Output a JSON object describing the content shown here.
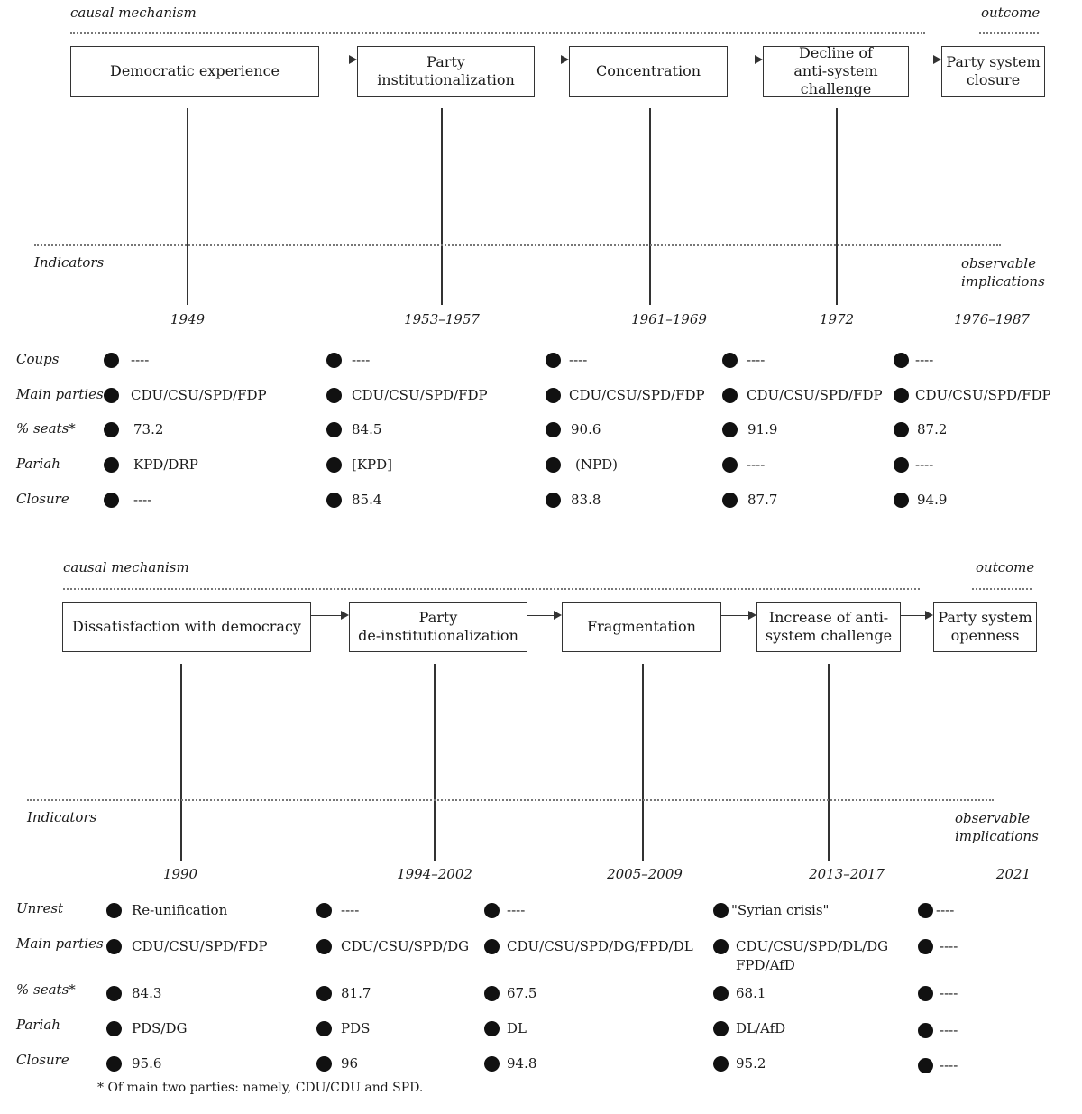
{
  "panels": [
    {
      "causal_label": "causal mechanism",
      "outcome_label": "outcome",
      "indicators_label": "Indicators",
      "observable_label": "observable\nimplications",
      "stages": [
        "Democratic experience",
        "Party\ninstitutionalization",
        "Concentration",
        "Decline of\nanti-system challenge",
        "Party system\nclosure"
      ],
      "periods": [
        "1949",
        "1953–1957",
        "1961–1969",
        "1972",
        "1976–1987"
      ],
      "rows": [
        {
          "label": "Coups",
          "values": [
            "----",
            "----",
            "----",
            "----",
            "----"
          ]
        },
        {
          "label": "Main parties",
          "values": [
            "CDU/CSU/SPD/FDP",
            "CDU/CSU/SPD/FDP",
            "CDU/CSU/SPD/FDP",
            "CDU/CSU/SPD/FDP",
            "CDU/CSU/SPD/FDP"
          ]
        },
        {
          "label": "% seats*",
          "values": [
            "73.2",
            "84.5",
            "90.6",
            "91.9",
            "87.2"
          ]
        },
        {
          "label": "Pariah",
          "values": [
            "KPD/DRP",
            "[KPD]",
            "(NPD)",
            "----",
            "----"
          ]
        },
        {
          "label": "Closure",
          "values": [
            "----",
            "85.4",
            "83.8",
            "87.7",
            "94.9"
          ]
        }
      ]
    },
    {
      "causal_label": "causal mechanism",
      "outcome_label": "outcome",
      "indicators_label": "Indicators",
      "observable_label": "observable\nimplications",
      "stages": [
        "Dissatisfaction with democracy",
        "Party\nde-institutionalization",
        "Fragmentation",
        "Increase of anti-\nsystem challenge",
        "Party system\nopenness"
      ],
      "periods": [
        "1990",
        "1994–2002",
        "2005–2009",
        "2013–2017",
        "2021"
      ],
      "rows": [
        {
          "label": "Unrest",
          "values": [
            "Re-unification",
            "----",
            "----",
            "\"Syrian crisis\"",
            "----"
          ]
        },
        {
          "label": "Main parties",
          "values": [
            "CDU/CSU/SPD/FDP",
            "CDU/CSU/SPD/DG",
            "CDU/CSU/SPD/DG/FPD/DL",
            "CDU/CSU/SPD/DL/DG\nFPD/AfD",
            "----"
          ]
        },
        {
          "label": "% seats*",
          "values": [
            "84.3",
            "81.7",
            "67.5",
            "68.1",
            "----"
          ]
        },
        {
          "label": "Pariah",
          "values": [
            "PDS/DG",
            "PDS",
            "DL",
            "DL/AfD",
            "----"
          ]
        },
        {
          "label": "Closure",
          "values": [
            "95.6",
            "96",
            "94.8",
            "95.2",
            "----"
          ]
        }
      ]
    }
  ],
  "footnote": "* Of main two parties: namely, CDU/CDU and SPD."
}
